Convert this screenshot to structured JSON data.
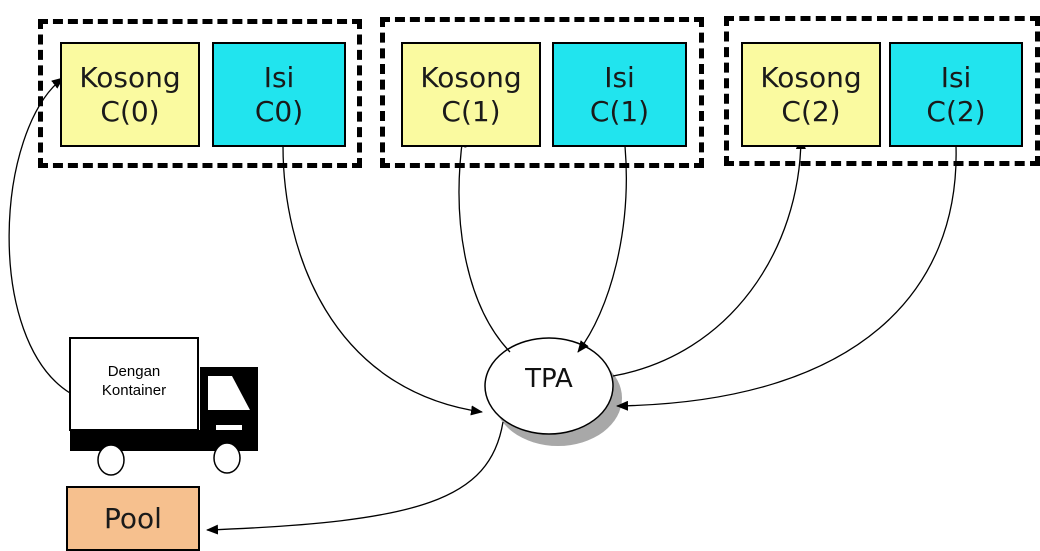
{
  "groups": [
    {
      "kosong": [
        "Kosong",
        "C(0)"
      ],
      "isi": [
        "Isi",
        "C0)"
      ]
    },
    {
      "kosong": [
        "Kosong",
        "C(1)"
      ],
      "isi": [
        "Isi",
        "C(1)"
      ]
    },
    {
      "kosong": [
        "Kosong",
        "C(2)"
      ],
      "isi": [
        "Isi",
        "C(2)"
      ]
    }
  ],
  "truck": {
    "line1": "Dengan",
    "line2": "Kontainer"
  },
  "tpa": "TPA",
  "pool": "Pool",
  "colors": {
    "kosong": "#fafaa0",
    "isi": "#21e4ee",
    "pool": "#f6c08e",
    "stroke": "#000000"
  }
}
